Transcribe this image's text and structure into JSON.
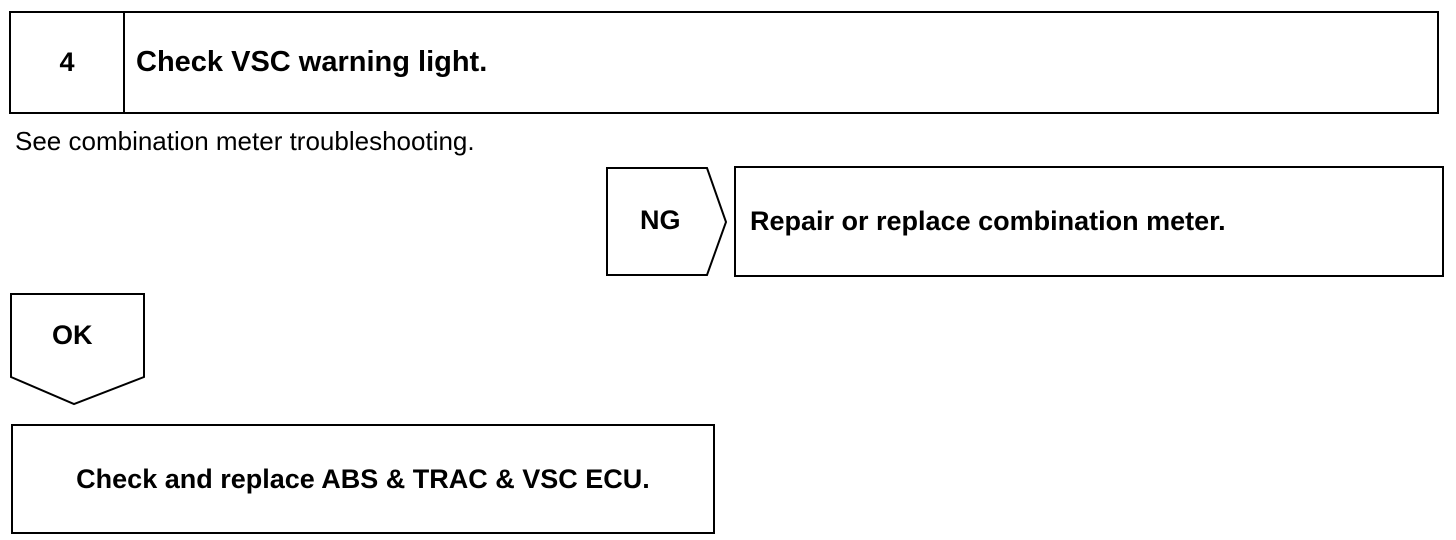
{
  "step": {
    "number": "4",
    "title": "Check VSC warning light."
  },
  "instruction": "See combination meter troubleshooting.",
  "ng_branch": {
    "label": "NG",
    "result": "Repair or replace combination meter."
  },
  "ok_branch": {
    "label": "OK"
  },
  "final_action": "Check and replace ABS & TRAC & VSC ECU."
}
